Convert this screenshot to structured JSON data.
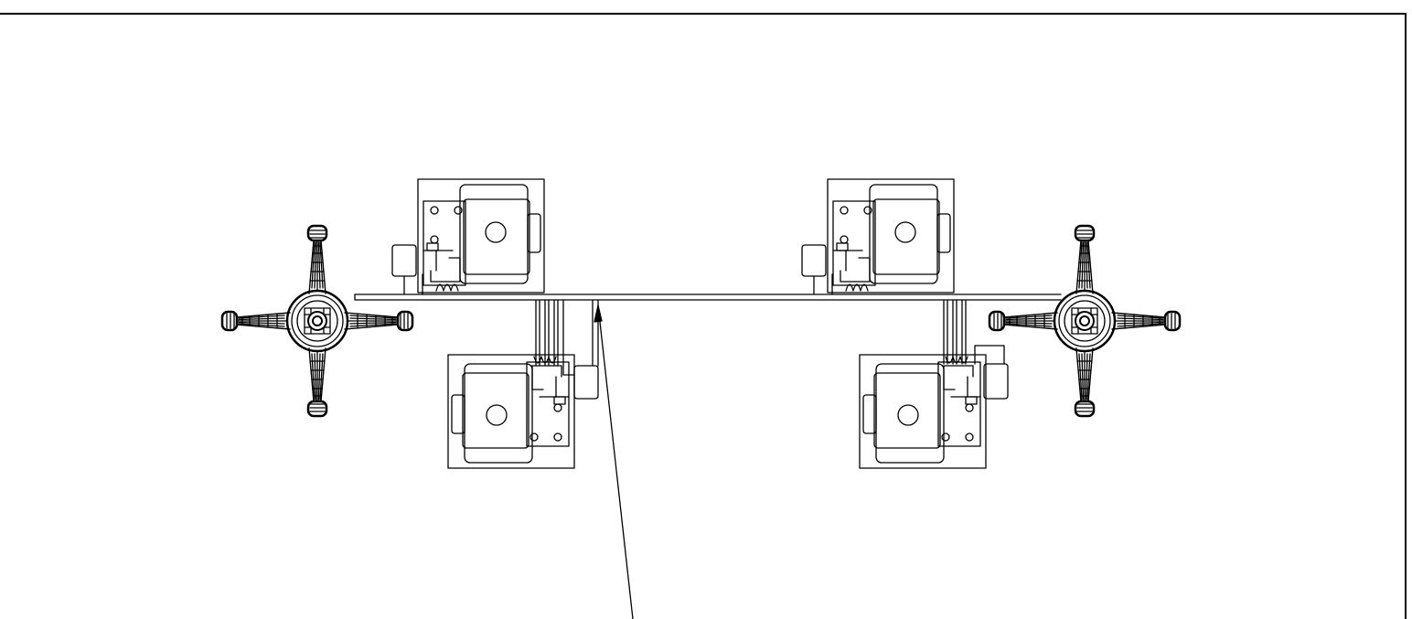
{
  "drawing": {
    "background": "#ffffff",
    "stroke": "#000000"
  },
  "components": {
    "spiders": [
      {
        "id": "left-spider"
      },
      {
        "id": "right-spider"
      }
    ],
    "units": [
      {
        "id": "unit-upper-left"
      },
      {
        "id": "unit-lower-left"
      },
      {
        "id": "unit-upper-right"
      },
      {
        "id": "unit-lower-right"
      }
    ],
    "bus": {
      "id": "trunk-line"
    },
    "leader": {
      "id": "leader-arrow"
    }
  }
}
